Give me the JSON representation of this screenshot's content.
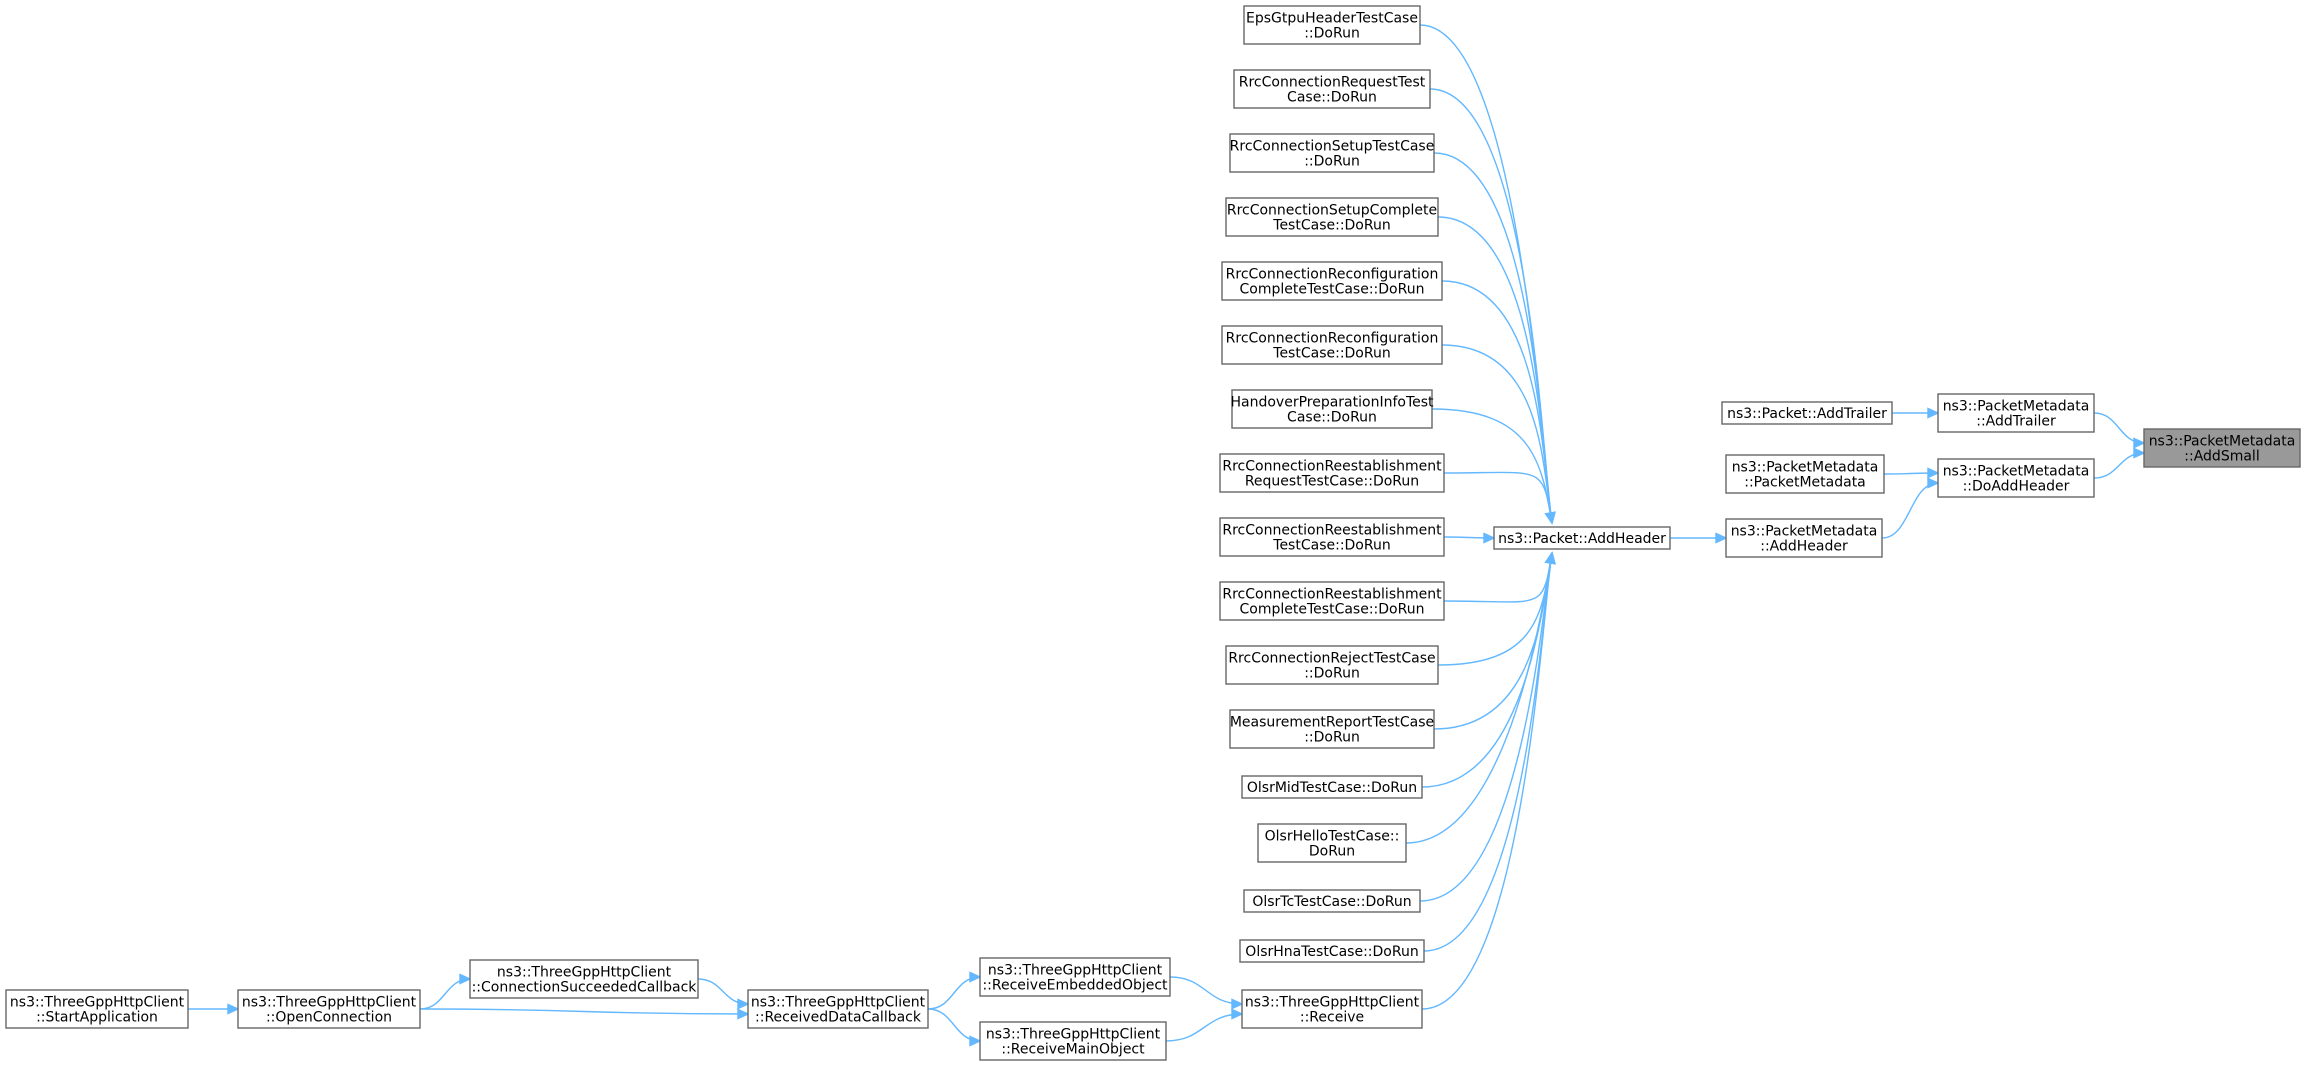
{
  "diagram": {
    "root": "ns3::PacketMetadata::AddSmall",
    "nodes": [
      {
        "id": "addsmall",
        "lines": [
          "ns3::PacketMetadata",
          "::AddSmall"
        ],
        "root": true
      },
      {
        "id": "pm_addtrailer",
        "lines": [
          "ns3::PacketMetadata",
          "::AddTrailer"
        ]
      },
      {
        "id": "pm_doaddheader",
        "lines": [
          "ns3::PacketMetadata",
          "::DoAddHeader"
        ]
      },
      {
        "id": "packet_addtrailer",
        "lines": [
          "ns3::Packet::AddTrailer"
        ]
      },
      {
        "id": "pm_ctor",
        "lines": [
          "ns3::PacketMetadata",
          "::PacketMetadata"
        ]
      },
      {
        "id": "pm_addheader",
        "lines": [
          "ns3::PacketMetadata",
          "::AddHeader"
        ]
      },
      {
        "id": "packet_addheader",
        "lines": [
          "ns3::Packet::AddHeader"
        ]
      },
      {
        "id": "eps",
        "lines": [
          "EpsGtpuHeaderTestCase",
          "::DoRun"
        ]
      },
      {
        "id": "rrc_req",
        "lines": [
          "RrcConnectionRequestTest",
          "Case::DoRun"
        ]
      },
      {
        "id": "rrc_setup",
        "lines": [
          "RrcConnectionSetupTestCase",
          "::DoRun"
        ]
      },
      {
        "id": "rrc_setup_complete",
        "lines": [
          "RrcConnectionSetupComplete",
          "TestCase::DoRun"
        ]
      },
      {
        "id": "rrc_reconf_complete",
        "lines": [
          "RrcConnectionReconfiguration",
          "CompleteTestCase::DoRun"
        ]
      },
      {
        "id": "rrc_reconf",
        "lines": [
          "RrcConnectionReconfiguration",
          "TestCase::DoRun"
        ]
      },
      {
        "id": "handover",
        "lines": [
          "HandoverPreparationInfoTest",
          "Case::DoRun"
        ]
      },
      {
        "id": "rrc_reest_req",
        "lines": [
          "RrcConnectionReestablishment",
          "RequestTestCase::DoRun"
        ]
      },
      {
        "id": "rrc_reest",
        "lines": [
          "RrcConnectionReestablishment",
          "TestCase::DoRun"
        ]
      },
      {
        "id": "rrc_reest_complete",
        "lines": [
          "RrcConnectionReestablishment",
          "CompleteTestCase::DoRun"
        ]
      },
      {
        "id": "rrc_reject",
        "lines": [
          "RrcConnectionRejectTestCase",
          "::DoRun"
        ]
      },
      {
        "id": "meas",
        "lines": [
          "MeasurementReportTestCase",
          "::DoRun"
        ]
      },
      {
        "id": "olsr_mid",
        "lines": [
          "OlsrMidTestCase::DoRun"
        ]
      },
      {
        "id": "olsr_hello",
        "lines": [
          "OlsrHelloTestCase::",
          "DoRun"
        ]
      },
      {
        "id": "olsr_tc",
        "lines": [
          "OlsrTcTestCase::DoRun"
        ]
      },
      {
        "id": "olsr_hna",
        "lines": [
          "OlsrHnaTestCase::DoRun"
        ]
      },
      {
        "id": "http_receive",
        "lines": [
          "ns3::ThreeGppHttpClient",
          "::Receive"
        ]
      },
      {
        "id": "http_recv_embedded",
        "lines": [
          "ns3::ThreeGppHttpClient",
          "::ReceiveEmbeddedObject"
        ]
      },
      {
        "id": "http_recv_main",
        "lines": [
          "ns3::ThreeGppHttpClient",
          "::ReceiveMainObject"
        ]
      },
      {
        "id": "http_received_data",
        "lines": [
          "ns3::ThreeGppHttpClient",
          "::ReceivedDataCallback"
        ]
      },
      {
        "id": "http_conn_succeeded",
        "lines": [
          "ns3::ThreeGppHttpClient",
          "::ConnectionSucceededCallback"
        ]
      },
      {
        "id": "http_open",
        "lines": [
          "ns3::ThreeGppHttpClient",
          "::OpenConnection"
        ]
      },
      {
        "id": "http_start",
        "lines": [
          "ns3::ThreeGppHttpClient",
          "::StartApplication"
        ]
      }
    ],
    "edges": [
      {
        "from": "pm_addtrailer",
        "to": "addsmall"
      },
      {
        "from": "pm_doaddheader",
        "to": "addsmall"
      },
      {
        "from": "packet_addtrailer",
        "to": "pm_addtrailer"
      },
      {
        "from": "pm_ctor",
        "to": "pm_doaddheader"
      },
      {
        "from": "pm_addheader",
        "to": "pm_doaddheader"
      },
      {
        "from": "packet_addheader",
        "to": "pm_addheader"
      },
      {
        "from": "eps",
        "to": "packet_addheader"
      },
      {
        "from": "rrc_req",
        "to": "packet_addheader"
      },
      {
        "from": "rrc_setup",
        "to": "packet_addheader"
      },
      {
        "from": "rrc_setup_complete",
        "to": "packet_addheader"
      },
      {
        "from": "rrc_reconf_complete",
        "to": "packet_addheader"
      },
      {
        "from": "rrc_reconf",
        "to": "packet_addheader"
      },
      {
        "from": "handover",
        "to": "packet_addheader"
      },
      {
        "from": "rrc_reest_req",
        "to": "packet_addheader"
      },
      {
        "from": "rrc_reest",
        "to": "packet_addheader"
      },
      {
        "from": "rrc_reest_complete",
        "to": "packet_addheader"
      },
      {
        "from": "rrc_reject",
        "to": "packet_addheader"
      },
      {
        "from": "meas",
        "to": "packet_addheader"
      },
      {
        "from": "olsr_mid",
        "to": "packet_addheader"
      },
      {
        "from": "olsr_hello",
        "to": "packet_addheader"
      },
      {
        "from": "olsr_tc",
        "to": "packet_addheader"
      },
      {
        "from": "olsr_hna",
        "to": "packet_addheader"
      },
      {
        "from": "http_receive",
        "to": "packet_addheader"
      },
      {
        "from": "http_recv_embedded",
        "to": "http_receive"
      },
      {
        "from": "http_recv_main",
        "to": "http_receive"
      },
      {
        "from": "http_received_data",
        "to": "http_recv_embedded"
      },
      {
        "from": "http_received_data",
        "to": "http_recv_main"
      },
      {
        "from": "http_conn_succeeded",
        "to": "http_received_data"
      },
      {
        "from": "http_open",
        "to": "http_conn_succeeded"
      },
      {
        "from": "http_open",
        "to": "http_received_data"
      },
      {
        "from": "http_start",
        "to": "http_open"
      }
    ]
  },
  "colors": {
    "edge": "#63b8ff",
    "node_border": "#666666",
    "node_fill": "#ffffff",
    "root_fill": "#999999"
  }
}
